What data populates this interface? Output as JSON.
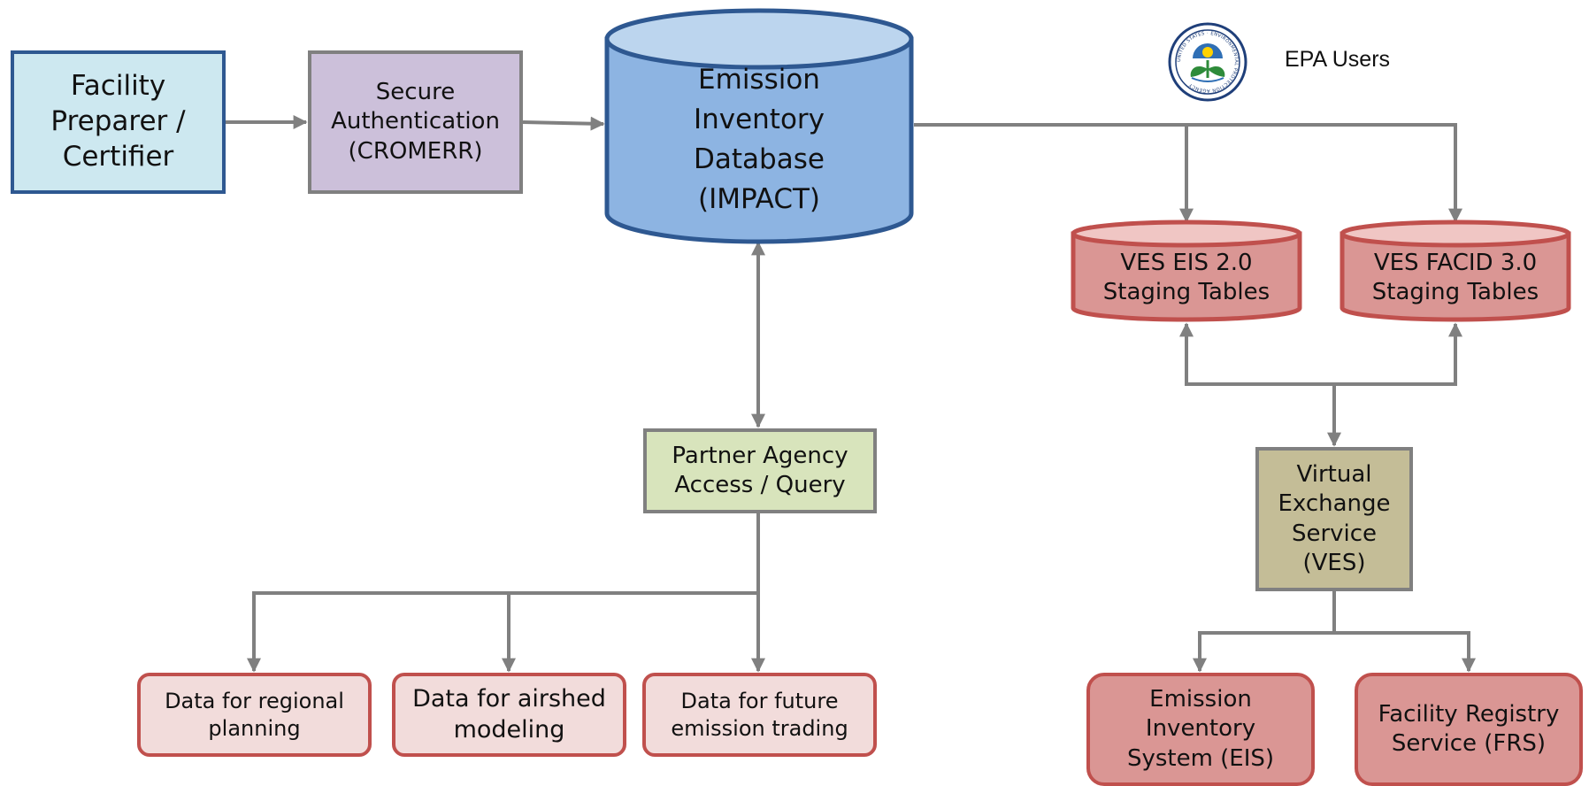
{
  "colors": {
    "connector": "#808080",
    "facility_fill": "#cde8f0",
    "facility_border": "#2e5891",
    "auth_fill": "#ccc0da",
    "db_fill": "#8db4e2",
    "db_top": "#bcd5ee",
    "db_border": "#2e5891",
    "staging_fill": "#da9694",
    "staging_top": "#f0c6c4",
    "red_border": "#c0504d",
    "partner_fill": "#d8e4bc",
    "ves_fill": "#c4bd97",
    "output_fill": "#f2dcdb",
    "system_fill": "#da9694",
    "gray_border": "#808080"
  },
  "nodes": {
    "facility": {
      "lines": [
        "Facility",
        "Preparer /",
        "Certifier"
      ]
    },
    "auth": {
      "lines": [
        "Secure",
        "Authentication",
        "(CROMERR)"
      ]
    },
    "database": {
      "lines": [
        "Emission",
        "Inventory",
        "Database",
        "(IMPACT)"
      ]
    },
    "epa_users": {
      "label": "EPA Users",
      "logo_icon": "epa-seal-icon",
      "logo_text": "UNITED STATES · ENVIRONMENTAL PROTECTION AGENCY"
    },
    "ves_eis_staging": {
      "lines": [
        "VES EIS 2.0",
        "Staging Tables"
      ]
    },
    "ves_facid_staging": {
      "lines": [
        "VES FACID 3.0",
        "Staging Tables"
      ]
    },
    "partner": {
      "lines": [
        "Partner Agency",
        "Access / Query"
      ]
    },
    "ves": {
      "lines": [
        "Virtual",
        "Exchange",
        "Service",
        "(VES)"
      ]
    },
    "regional": {
      "lines": [
        "Data for regional",
        "planning"
      ]
    },
    "airshed": {
      "lines": [
        "Data for airshed",
        "modeling"
      ]
    },
    "trading": {
      "lines": [
        "Data for future",
        "emission trading"
      ]
    },
    "eis": {
      "lines": [
        "Emission",
        "Inventory",
        "System (EIS)"
      ]
    },
    "frs": {
      "lines": [
        "Facility Registry",
        "Service (FRS)"
      ]
    }
  }
}
